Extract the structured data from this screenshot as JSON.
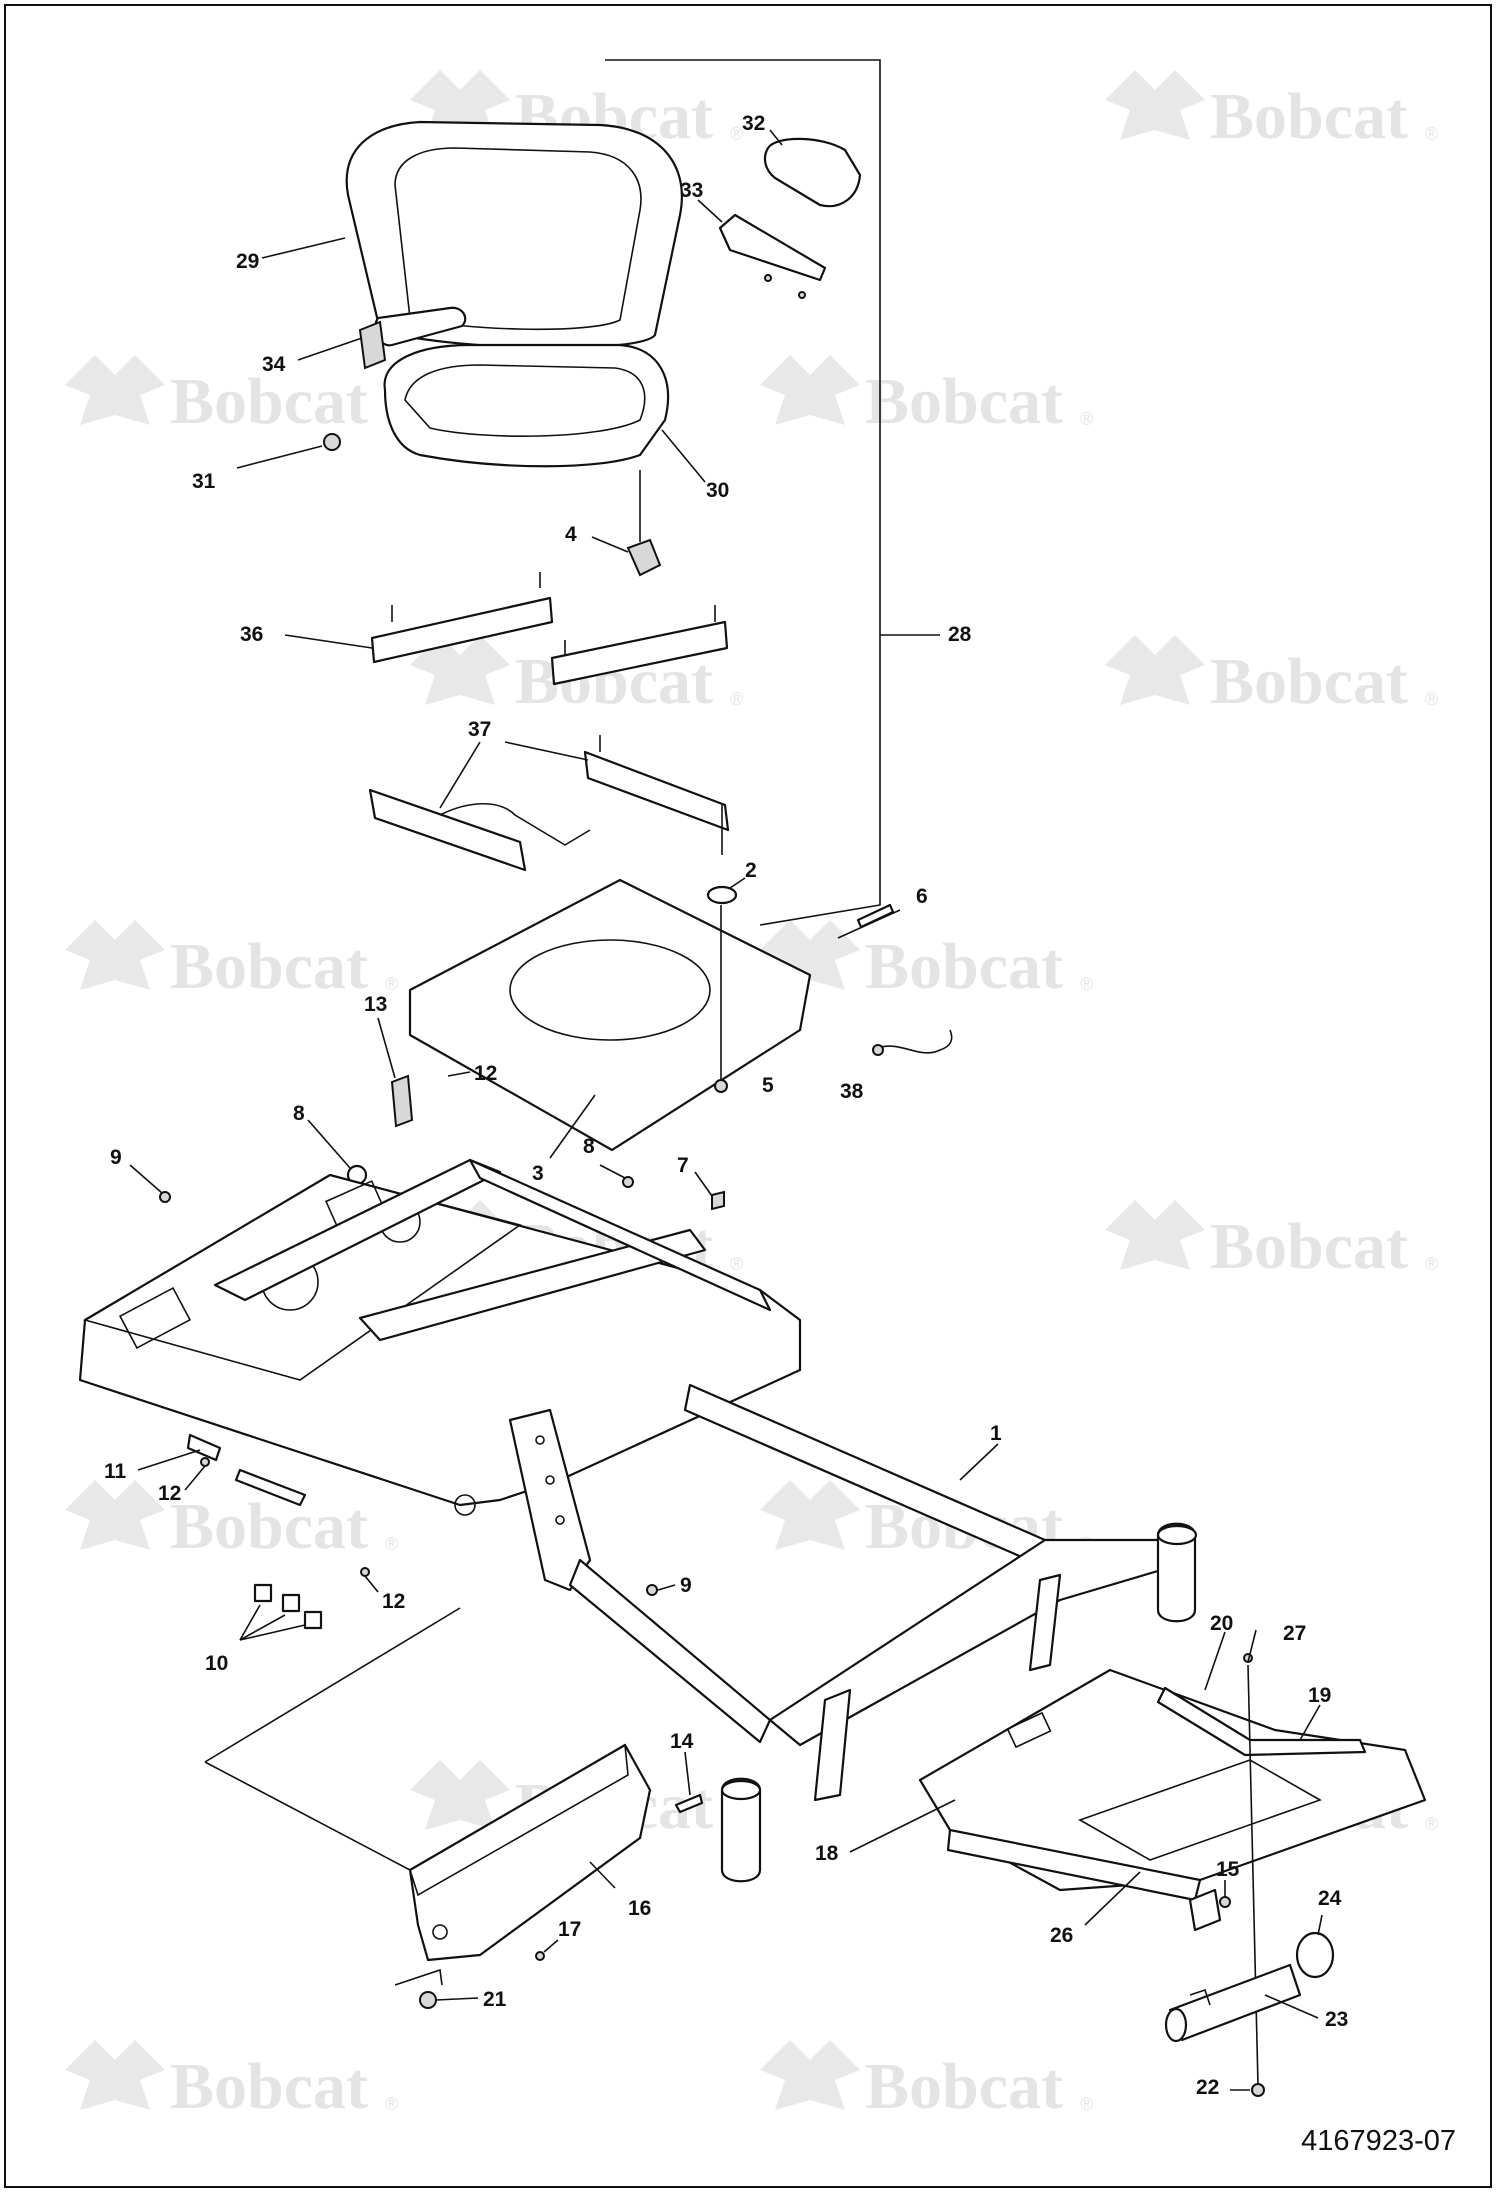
{
  "watermark": {
    "brand": "Bobcat",
    "mark": "®"
  },
  "document_number": "4167923-07",
  "callouts": [
    {
      "id": "c1",
      "label": "1"
    },
    {
      "id": "c2",
      "label": "2"
    },
    {
      "id": "c3",
      "label": "3"
    },
    {
      "id": "c4",
      "label": "4"
    },
    {
      "id": "c5",
      "label": "5"
    },
    {
      "id": "c6",
      "label": "6"
    },
    {
      "id": "c7",
      "label": "7"
    },
    {
      "id": "c8a",
      "label": "8"
    },
    {
      "id": "c8b",
      "label": "8"
    },
    {
      "id": "c9a",
      "label": "9"
    },
    {
      "id": "c9b",
      "label": "9"
    },
    {
      "id": "c10",
      "label": "10"
    },
    {
      "id": "c11",
      "label": "11"
    },
    {
      "id": "c12a",
      "label": "12"
    },
    {
      "id": "c12b",
      "label": "12"
    },
    {
      "id": "c12c",
      "label": "12"
    },
    {
      "id": "c13",
      "label": "13"
    },
    {
      "id": "c14",
      "label": "14"
    },
    {
      "id": "c15",
      "label": "15"
    },
    {
      "id": "c16",
      "label": "16"
    },
    {
      "id": "c17",
      "label": "17"
    },
    {
      "id": "c18",
      "label": "18"
    },
    {
      "id": "c19",
      "label": "19"
    },
    {
      "id": "c20",
      "label": "20"
    },
    {
      "id": "c21",
      "label": "21"
    },
    {
      "id": "c22",
      "label": "22"
    },
    {
      "id": "c23",
      "label": "23"
    },
    {
      "id": "c24",
      "label": "24"
    },
    {
      "id": "c26",
      "label": "26"
    },
    {
      "id": "c27",
      "label": "27"
    },
    {
      "id": "c28",
      "label": "28"
    },
    {
      "id": "c29",
      "label": "29"
    },
    {
      "id": "c30",
      "label": "30"
    },
    {
      "id": "c31",
      "label": "31"
    },
    {
      "id": "c32",
      "label": "32"
    },
    {
      "id": "c33",
      "label": "33"
    },
    {
      "id": "c34",
      "label": "34"
    },
    {
      "id": "c36",
      "label": "36"
    },
    {
      "id": "c37",
      "label": "37"
    },
    {
      "id": "c38",
      "label": "38"
    }
  ]
}
